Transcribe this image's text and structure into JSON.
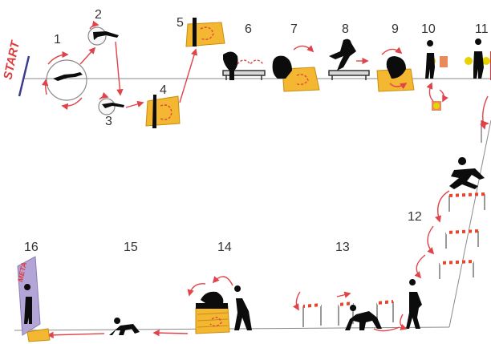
{
  "course": {
    "start_label": "START",
    "finish_label": "META",
    "stations": [
      {
        "number": "1"
      },
      {
        "number": "2"
      },
      {
        "number": "3"
      },
      {
        "number": "4"
      },
      {
        "number": "5"
      },
      {
        "number": "6"
      },
      {
        "number": "7"
      },
      {
        "number": "8"
      },
      {
        "number": "9"
      },
      {
        "number": "10"
      },
      {
        "number": "11"
      },
      {
        "number": "12"
      },
      {
        "number": "13"
      },
      {
        "number": "14"
      },
      {
        "number": "15"
      },
      {
        "number": "16"
      }
    ]
  },
  "colors": {
    "arrow": "#e0444a",
    "mat": "#f4b732",
    "start_line": "#3b3b8f",
    "hurdle_stripe": "#e8452c",
    "silhouette": "#0c0c0c"
  },
  "icons": {
    "figure": "athlete-silhouette-icon",
    "flag": "flag-icon",
    "ball": "ball-icon",
    "ring": "hoop-icon"
  }
}
